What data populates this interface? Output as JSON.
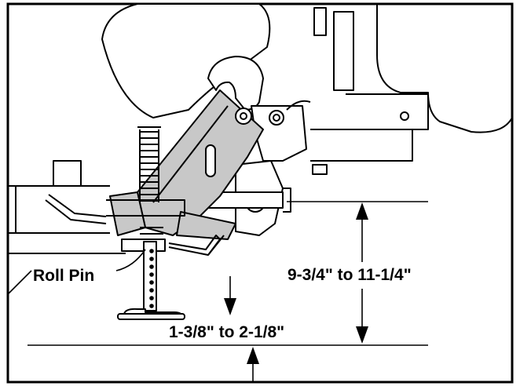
{
  "labels": {
    "roll_pin": "Roll Pin",
    "upper_range": "9-3/4\" to 11-1/4\"",
    "lower_range": "1-3/8\" to 2-1/8\""
  },
  "colors": {
    "line": "#000000",
    "bracket_fill": "#c8c8c8",
    "background": "#ffffff"
  }
}
